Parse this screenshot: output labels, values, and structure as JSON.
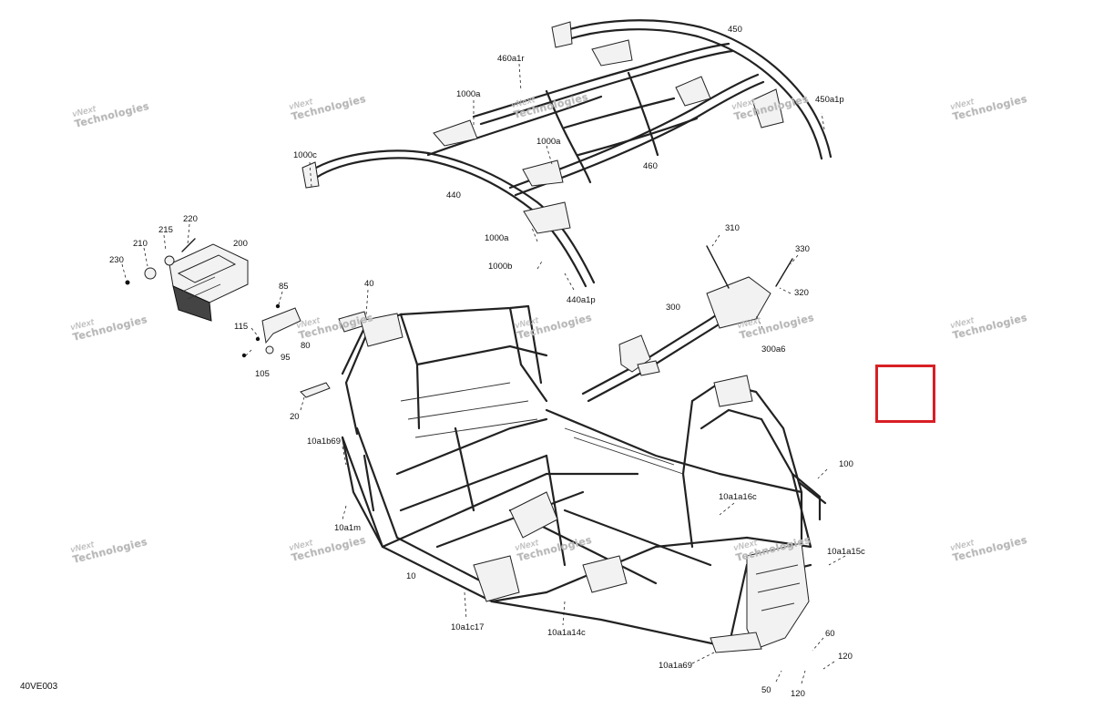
{
  "diagram": {
    "code": "40VE003",
    "watermark": {
      "line1": "vNext",
      "line2": "Technologies"
    },
    "callouts": [
      {
        "id": "c450",
        "label": "450"
      },
      {
        "id": "c460a1r",
        "label": "460a1r"
      },
      {
        "id": "c1000a-top",
        "label": "1000a"
      },
      {
        "id": "c450a1p",
        "label": "450a1p"
      },
      {
        "id": "c1000a-mid",
        "label": "1000a"
      },
      {
        "id": "c460",
        "label": "460"
      },
      {
        "id": "c1000c",
        "label": "1000c"
      },
      {
        "id": "c440",
        "label": "440"
      },
      {
        "id": "c220",
        "label": "220"
      },
      {
        "id": "c215",
        "label": "215"
      },
      {
        "id": "c210",
        "label": "210"
      },
      {
        "id": "c200",
        "label": "200"
      },
      {
        "id": "c230",
        "label": "230"
      },
      {
        "id": "c1000a-low",
        "label": "1000a"
      },
      {
        "id": "c1000b",
        "label": "1000b"
      },
      {
        "id": "c440a1p",
        "label": "440a1p"
      },
      {
        "id": "c310",
        "label": "310"
      },
      {
        "id": "c330",
        "label": "330"
      },
      {
        "id": "c320",
        "label": "320"
      },
      {
        "id": "c300",
        "label": "300"
      },
      {
        "id": "c300a6",
        "label": "300a6"
      },
      {
        "id": "c85",
        "label": "85"
      },
      {
        "id": "c40",
        "label": "40"
      },
      {
        "id": "c115",
        "label": "115"
      },
      {
        "id": "c80",
        "label": "80"
      },
      {
        "id": "c95",
        "label": "95"
      },
      {
        "id": "c105",
        "label": "105"
      },
      {
        "id": "c20",
        "label": "20"
      },
      {
        "id": "c10a1b69",
        "label": "10a1b69"
      },
      {
        "id": "c100",
        "label": "100"
      },
      {
        "id": "c10a1a16c",
        "label": "10a1a16c"
      },
      {
        "id": "c10a1m",
        "label": "10a1m"
      },
      {
        "id": "c10a1a15c",
        "label": "10a1a15c"
      },
      {
        "id": "c10",
        "label": "10"
      },
      {
        "id": "c10a1c17",
        "label": "10a1c17"
      },
      {
        "id": "c10a1a14c",
        "label": "10a1a14c"
      },
      {
        "id": "c60",
        "label": "60"
      },
      {
        "id": "c120a",
        "label": "120"
      },
      {
        "id": "c10a1a69",
        "label": "10a1a69"
      },
      {
        "id": "c50",
        "label": "50"
      },
      {
        "id": "c120b",
        "label": "120"
      }
    ]
  }
}
